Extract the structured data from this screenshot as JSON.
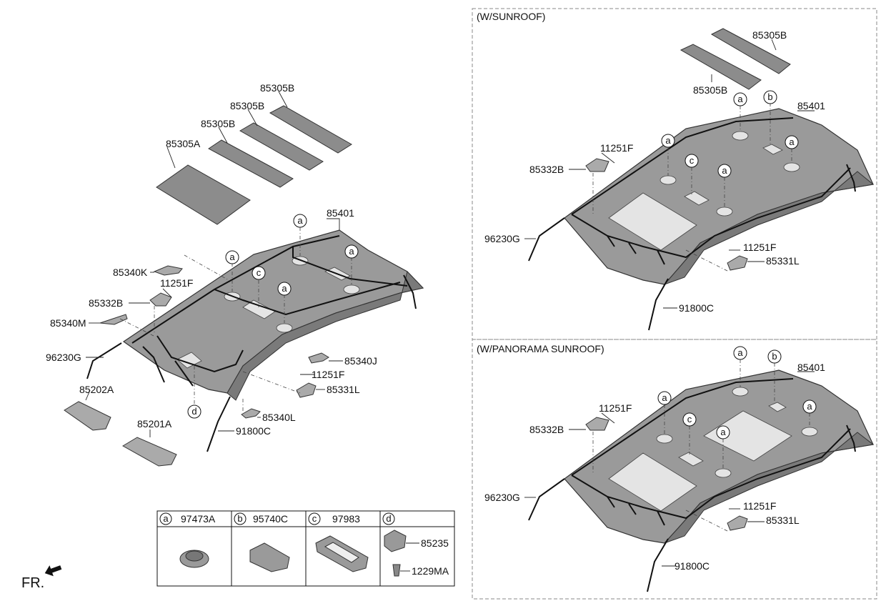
{
  "sections": {
    "sunroof": "(W/SUNROOF)",
    "panorama": "(W/PANORAMA SUNROOF)"
  },
  "main": {
    "pad_85305A": "85305A",
    "pad_85305B_1": "85305B",
    "pad_85305B_2": "85305B",
    "pad_85305B_3": "85305B",
    "headliner": "85401",
    "handle_85340K": "85340K",
    "bracket_85332B": "85332B",
    "clip_11251F_1": "11251F",
    "handle_85340M": "85340M",
    "wiring_96230G": "96230G",
    "visor_85202A": "85202A",
    "visor_85201A": "85201A",
    "handle_85340J": "85340J",
    "clip_11251F_2": "11251F",
    "bracket_85331L": "85331L",
    "handle_85340L": "85340L",
    "wiring_91800C": "91800C"
  },
  "sunroof": {
    "pad_85305B_1": "85305B",
    "pad_85305B_2": "85305B",
    "headliner": "85401",
    "clip_11251F_1": "11251F",
    "bracket_85332B": "85332B",
    "wiring_96230G": "96230G",
    "clip_11251F_2": "11251F",
    "bracket_85331L": "85331L",
    "wiring_91800C": "91800C"
  },
  "panorama": {
    "headliner": "85401",
    "clip_11251F_1": "11251F",
    "bracket_85332B": "85332B",
    "wiring_96230G": "96230G",
    "clip_11251F_2": "11251F",
    "bracket_85331L": "85331L",
    "wiring_91800C": "91800C"
  },
  "callouts": {
    "a": "a",
    "b": "b",
    "c": "c",
    "d": "d"
  },
  "legend": {
    "a_part": "97473A",
    "b_part": "95740C",
    "c_part": "97983",
    "d_part1": "85235",
    "d_part2": "1229MA"
  },
  "orientation": "FR."
}
